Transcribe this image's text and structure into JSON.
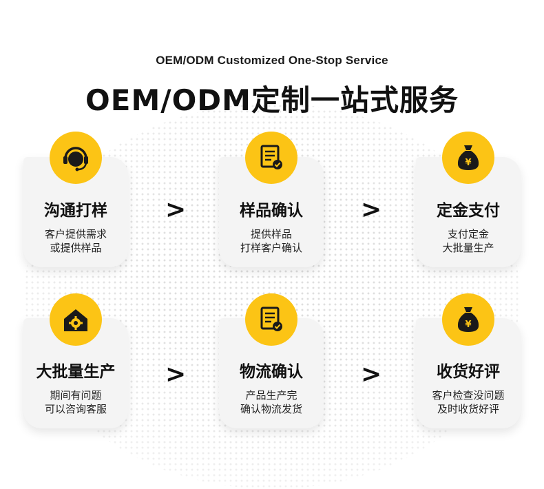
{
  "header": {
    "subtitle": "OEM/ODM Customized One-Stop Service",
    "title": "OEM/ODM定制一站式服务"
  },
  "steps": [
    {
      "title": "沟通打样",
      "desc": [
        "客户提供需求",
        "或提供样品"
      ],
      "icon": "headset-icon"
    },
    {
      "title": "样品确认",
      "desc": [
        "提供样品",
        "打样客户确认"
      ],
      "icon": "checklist-icon"
    },
    {
      "title": "定金支付",
      "desc": [
        "支付定金",
        "大批量生产"
      ],
      "icon": "money-bag-icon"
    },
    {
      "title": "大批量生产",
      "desc": [
        "期间有问题",
        "可以咨询客服"
      ],
      "icon": "factory-gear-icon"
    },
    {
      "title": "物流确认",
      "desc": [
        "产品生产完",
        "确认物流发货"
      ],
      "icon": "checklist-icon"
    },
    {
      "title": "收货好评",
      "desc": [
        "客户检查没问题",
        "及时收货好评"
      ],
      "icon": "money-bag-icon"
    }
  ],
  "arrow_symbol": ">",
  "colors": {
    "accent": "#fcc415",
    "card": "#f4f4f4",
    "text": "#111111"
  }
}
